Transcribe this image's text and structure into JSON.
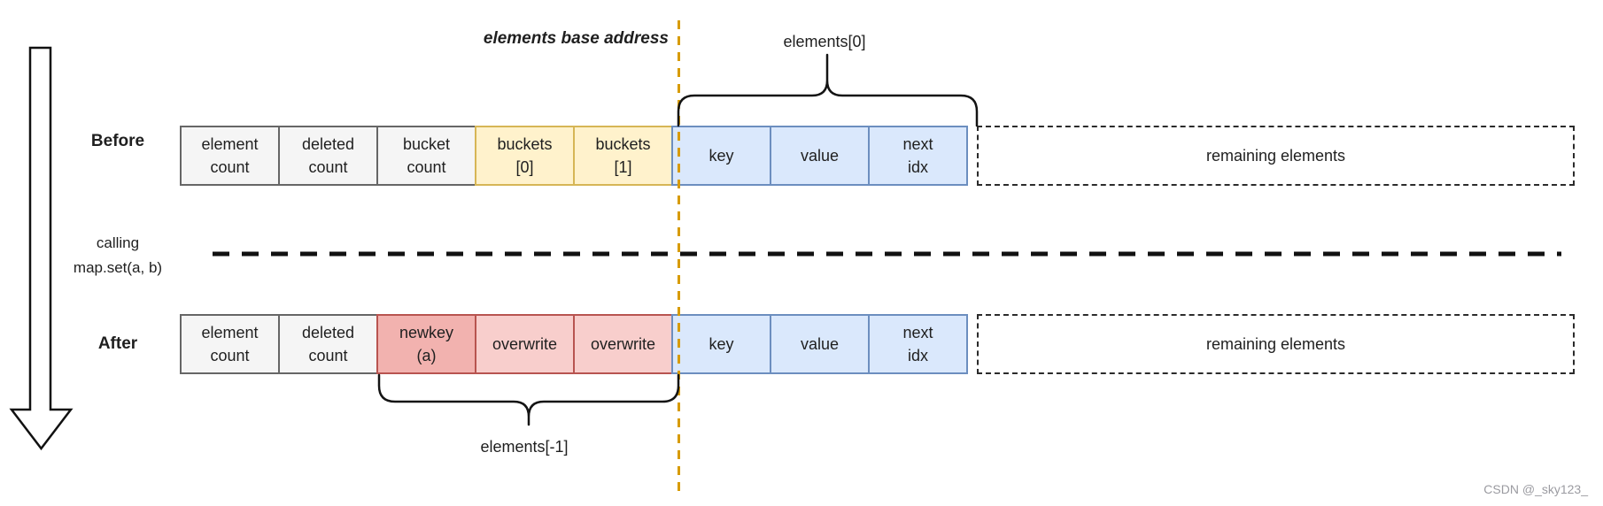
{
  "colors": {
    "gray_fill": "#f5f5f5",
    "gray_stroke": "#666666",
    "yellow_fill": "#fff2cc",
    "yellow_stroke": "#d6b656",
    "blue_fill": "#dae8fc",
    "blue_stroke": "#6c8ebf",
    "red_fill": "#f8cecc",
    "red_dark_fill": "#f2b2af",
    "red_stroke": "#b85450",
    "orange_line": "#d79b00",
    "text": "#1f1f1f",
    "watermark": "#9b9ba1"
  },
  "annotations": {
    "base_address_label": "elements base address",
    "elements0_label": "elements[0]",
    "elements_neg1_label": "elements[-1]"
  },
  "timeline": {
    "before_label": "Before",
    "calling_line1": "calling",
    "calling_line2": "map.set(a, b)",
    "after_label": "After"
  },
  "before_row": {
    "cells": [
      {
        "line1": "element",
        "line2": "count"
      },
      {
        "line1": "deleted",
        "line2": "count"
      },
      {
        "line1": "bucket",
        "line2": "count"
      },
      {
        "line1": "buckets",
        "line2": "[0]"
      },
      {
        "line1": "buckets",
        "line2": "[1]"
      },
      {
        "line1": "key"
      },
      {
        "line1": "value"
      },
      {
        "line1": "next",
        "line2": "idx"
      }
    ],
    "remaining": "remaining elements"
  },
  "after_row": {
    "cells": [
      {
        "line1": "element",
        "line2": "count"
      },
      {
        "line1": "deleted",
        "line2": "count"
      },
      {
        "line1": "newkey",
        "line2": "(a)"
      },
      {
        "line1": "overwrite"
      },
      {
        "line1": "overwrite"
      },
      {
        "line1": "key"
      },
      {
        "line1": "value"
      },
      {
        "line1": "next",
        "line2": "idx"
      }
    ],
    "remaining": "remaining elements"
  },
  "watermark": "CSDN @_sky123_"
}
